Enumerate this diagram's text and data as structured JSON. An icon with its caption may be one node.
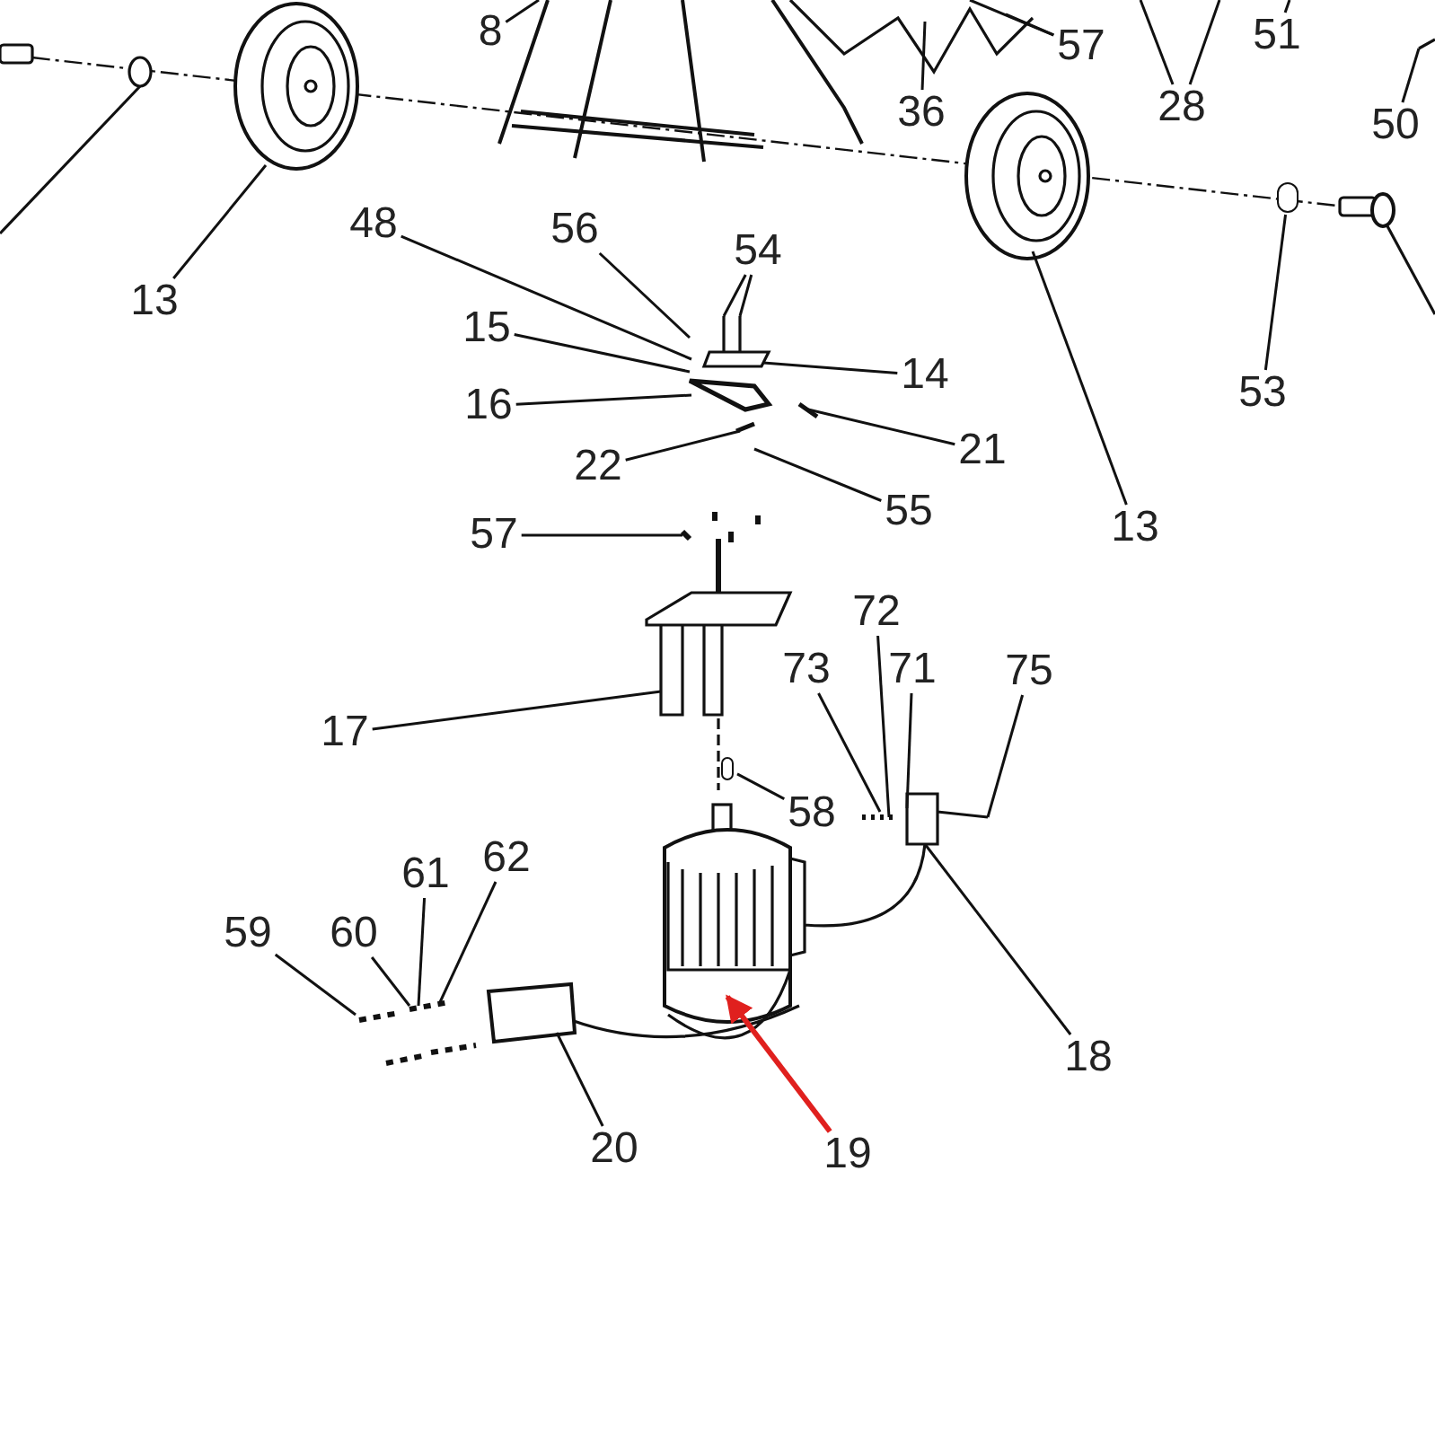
{
  "diagram": {
    "nodes": [
      {
        "text": [
          "8"
        ]
      },
      {
        "text": [
          "57"
        ]
      },
      {
        "text": [
          "36"
        ]
      },
      {
        "text": [
          "28"
        ]
      },
      {
        "text": [
          "51"
        ]
      },
      {
        "text": [
          "50"
        ]
      },
      {
        "text": [
          "13"
        ]
      },
      {
        "text": [
          "13"
        ]
      },
      {
        "text": [
          "53"
        ]
      },
      {
        "text": [
          "48"
        ]
      },
      {
        "text": [
          "56"
        ]
      },
      {
        "text": [
          "54"
        ]
      },
      {
        "text": [
          "15"
        ]
      },
      {
        "text": [
          "14"
        ]
      },
      {
        "text": [
          "16"
        ]
      },
      {
        "text": [
          "21"
        ]
      },
      {
        "text": [
          "22"
        ]
      },
      {
        "text": [
          "55"
        ]
      },
      {
        "text": [
          "57"
        ]
      },
      {
        "text": [
          "72"
        ]
      },
      {
        "text": [
          "73"
        ]
      },
      {
        "text": [
          "71"
        ]
      },
      {
        "text": [
          "75"
        ]
      },
      {
        "text": [
          "17"
        ]
      },
      {
        "text": [
          "58"
        ]
      },
      {
        "text": [
          "61"
        ]
      },
      {
        "text": [
          "62"
        ]
      },
      {
        "text": [
          "59"
        ]
      },
      {
        "text": [
          "60"
        ]
      },
      {
        "text": [
          "18"
        ]
      },
      {
        "text": [
          "20"
        ]
      },
      {
        "text": [
          "19"
        ]
      },
      {
        "text": [],
        "shape": "circle"
      },
      {
        "text": [],
        "shape": "circle"
      }
    ],
    "edges": [
      {
        "from": 0,
        "to": null,
        "arrow": "none"
      },
      {
        "from": 1,
        "to": null,
        "arrow": "none"
      },
      {
        "from": 1,
        "to": null,
        "arrow": "none"
      },
      {
        "from": 2,
        "to": null,
        "arrow": "none"
      },
      {
        "from": 3,
        "to": null,
        "arrow": "none"
      },
      {
        "from": 3,
        "to": null,
        "arrow": "none"
      },
      {
        "from": 4,
        "to": null,
        "arrow": "none"
      },
      {
        "from": 5,
        "to": null,
        "arrow": "none"
      },
      {
        "from": 6,
        "to": null,
        "arrow": "none"
      },
      {
        "from": 7,
        "to": null,
        "arrow": "none"
      },
      {
        "from": 8,
        "to": 32,
        "arrow": "none"
      },
      {
        "from": 9,
        "to": null,
        "arrow": "none"
      },
      {
        "from": 10,
        "to": null,
        "arrow": "none"
      },
      {
        "from": 11,
        "to": null,
        "arrow": "none"
      },
      {
        "from": 11,
        "to": null,
        "arrow": "none"
      },
      {
        "from": 12,
        "to": null,
        "arrow": "none"
      },
      {
        "from": 13,
        "to": null,
        "arrow": "none"
      },
      {
        "from": 14,
        "to": null,
        "arrow": "none"
      },
      {
        "from": 15,
        "to": null,
        "arrow": "none"
      },
      {
        "from": 16,
        "to": null,
        "arrow": "none"
      },
      {
        "from": 17,
        "to": null,
        "arrow": "none"
      },
      {
        "from": 18,
        "to": null,
        "arrow": "none"
      },
      {
        "from": 19,
        "to": null,
        "arrow": "none"
      },
      {
        "from": 20,
        "to": null,
        "arrow": "none"
      },
      {
        "from": 21,
        "to": null,
        "arrow": "none"
      },
      {
        "from": 22,
        "to": null,
        "arrow": "none"
      },
      {
        "from": 23,
        "to": null,
        "arrow": "none"
      },
      {
        "from": 24,
        "to": 33,
        "arrow": "none"
      },
      {
        "from": 25,
        "to": null,
        "arrow": "none"
      },
      {
        "from": 26,
        "to": null,
        "arrow": "none"
      },
      {
        "from": 27,
        "to": null,
        "arrow": "none"
      },
      {
        "from": 28,
        "to": null,
        "arrow": "none"
      },
      {
        "from": 29,
        "to": null,
        "arrow": "none"
      },
      {
        "from": 30,
        "to": null,
        "arrow": "none"
      },
      {
        "from": 31,
        "to": null,
        "arrow": "to",
        "style": "thick",
        "color": "#e0201e"
      }
    ]
  }
}
